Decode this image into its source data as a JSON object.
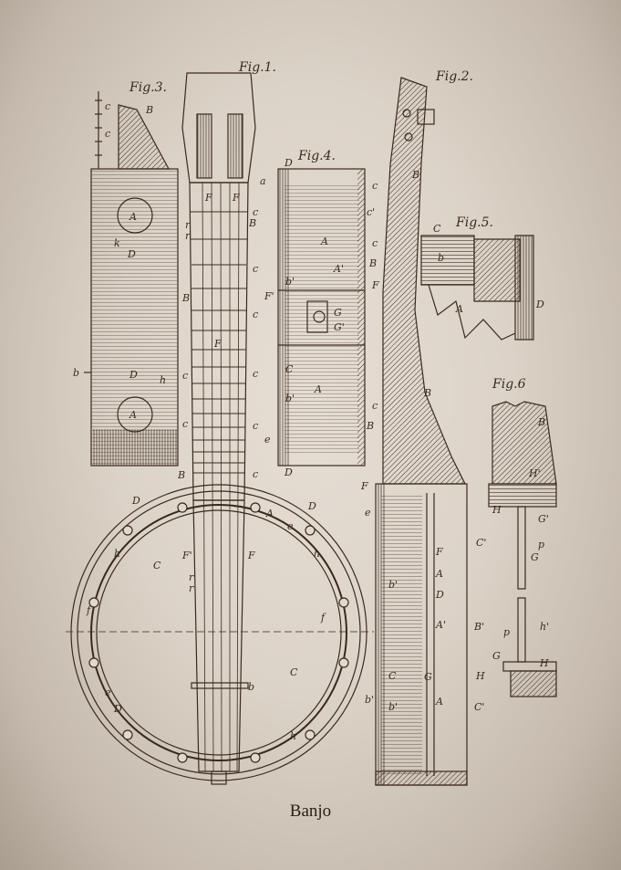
{
  "title": "Banjo",
  "figures": [
    "Fig.1.",
    "Fig.2.",
    "Fig.3.",
    "Fig.4.",
    "Fig.5.",
    "Fig.6"
  ],
  "colors": {
    "ink": "#3a2a1e",
    "paper": "#e2d9ce"
  }
}
